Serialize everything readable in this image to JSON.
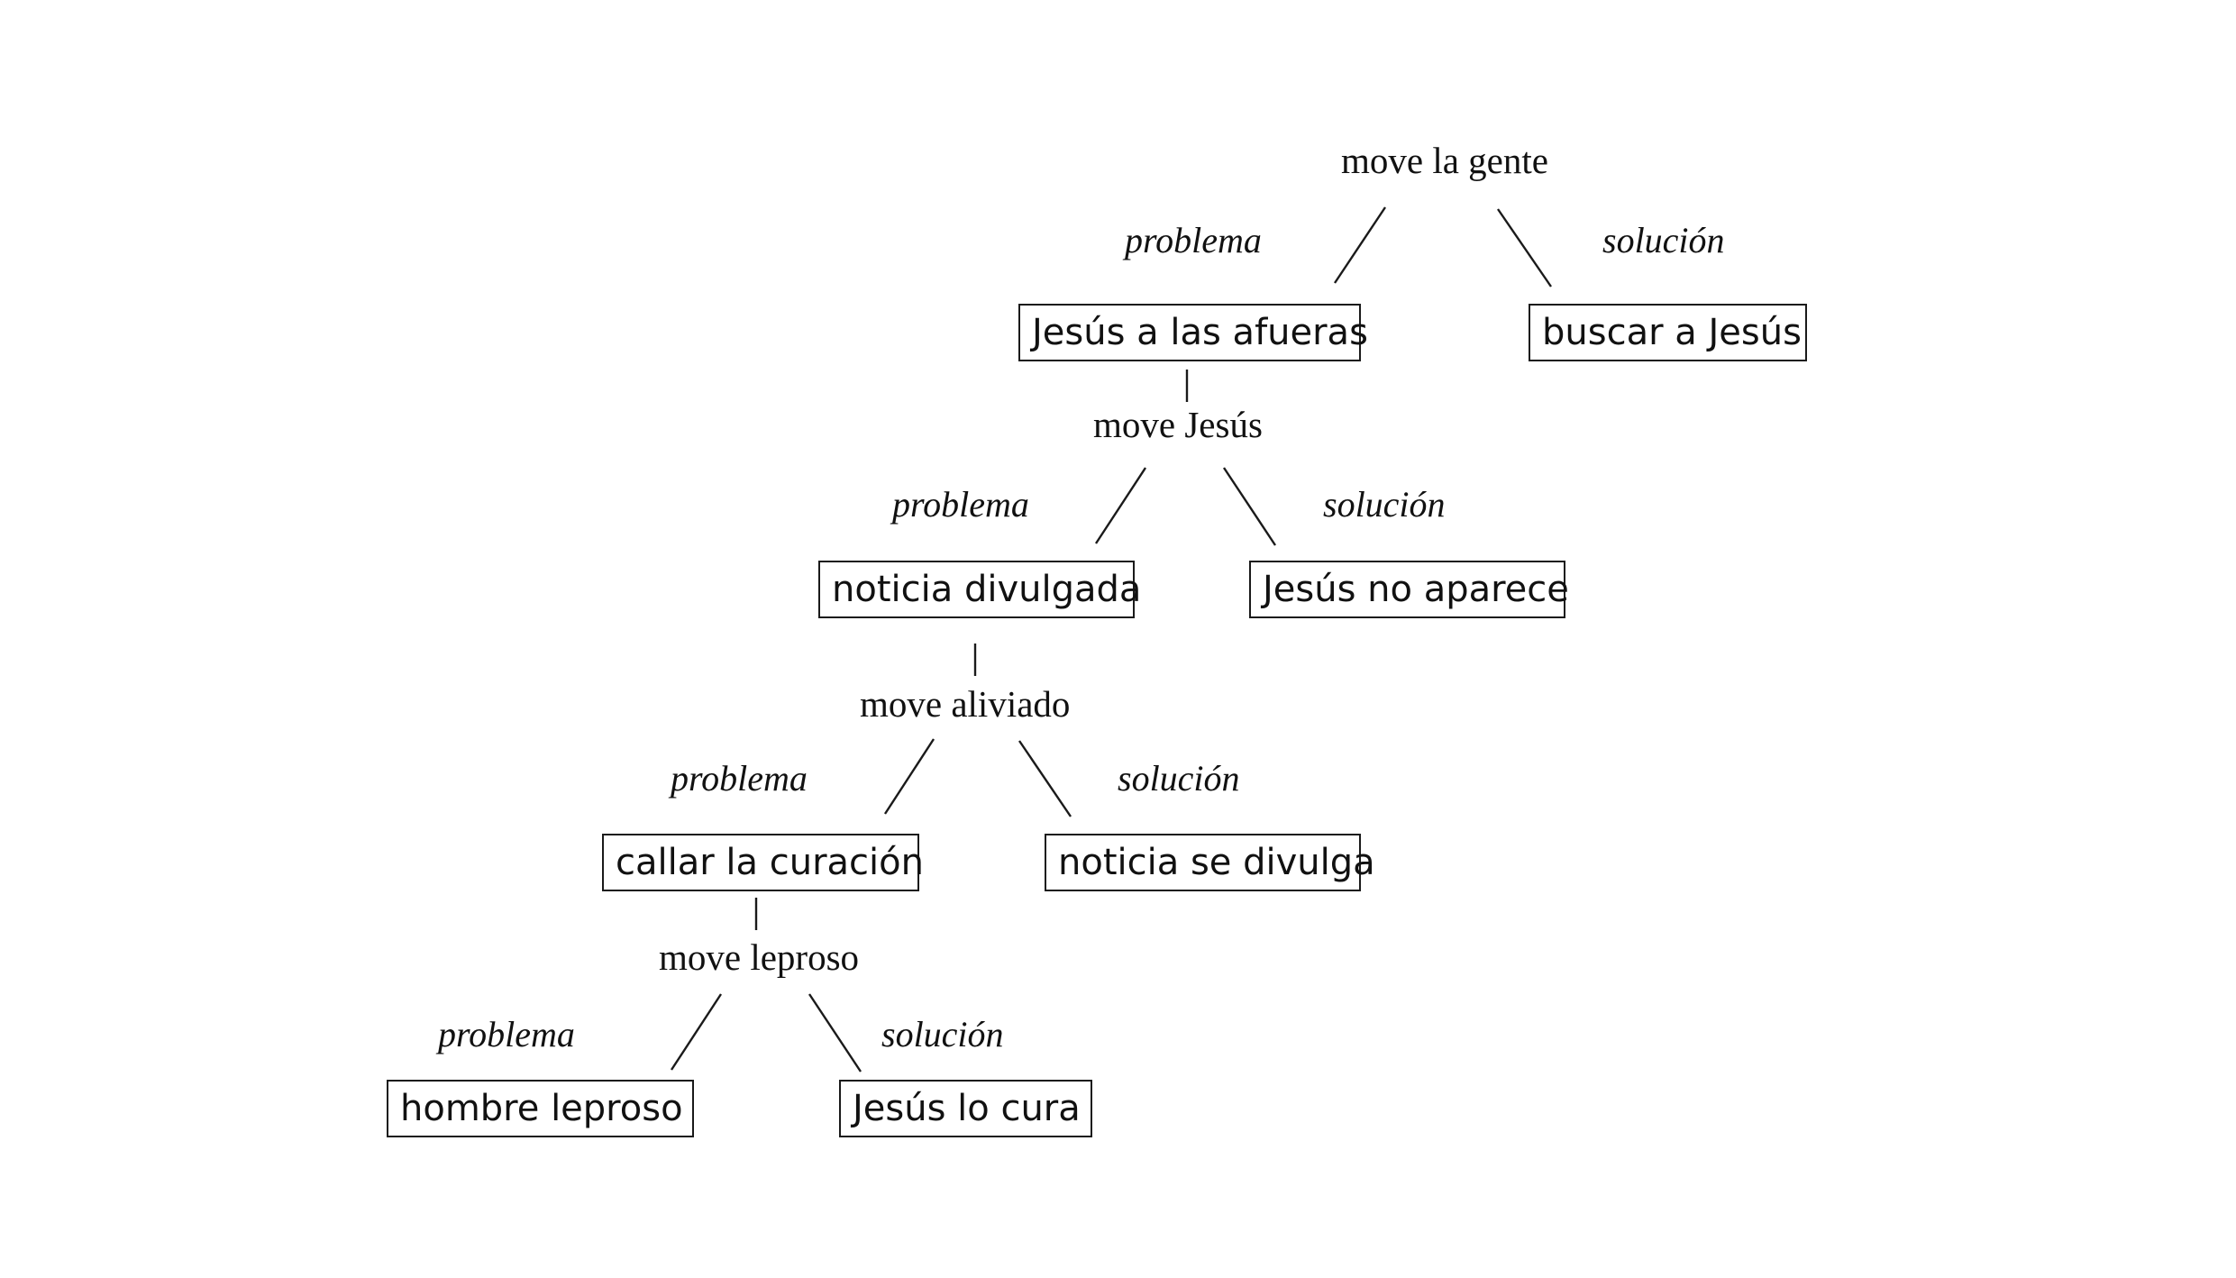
{
  "nodes": {
    "move_gente": "move la gente",
    "move_jesus": "move Jesús",
    "move_aliviado": "move aliviado",
    "move_leproso": "move leproso"
  },
  "boxes": {
    "jesus_afueras": "Jesús a las afueras",
    "buscar_jesus": "buscar a Jesús",
    "noticia_divulgada": "noticia divulgada",
    "jesus_no_aparece": "Jesús no aparece",
    "callar_curacion": "callar la curación",
    "noticia_se_divulga": "noticia se divulga",
    "hombre_leproso": "hombre leproso",
    "jesus_lo_cura": "Jesús lo cura"
  },
  "relations": {
    "problema": "problema",
    "solucion": "solución"
  }
}
